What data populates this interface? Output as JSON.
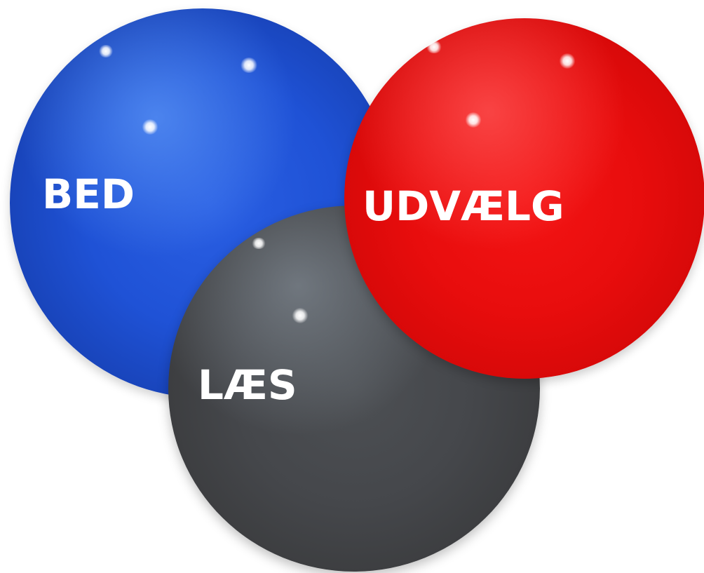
{
  "spheres": [
    {
      "id": "blue",
      "label": "BED",
      "color": "#1f52d6"
    },
    {
      "id": "gray",
      "label": "LÆS",
      "color": "#45474b"
    },
    {
      "id": "red",
      "label": "UDVÆLG",
      "color": "#e80d0d"
    }
  ],
  "label_color": "#ffffff"
}
